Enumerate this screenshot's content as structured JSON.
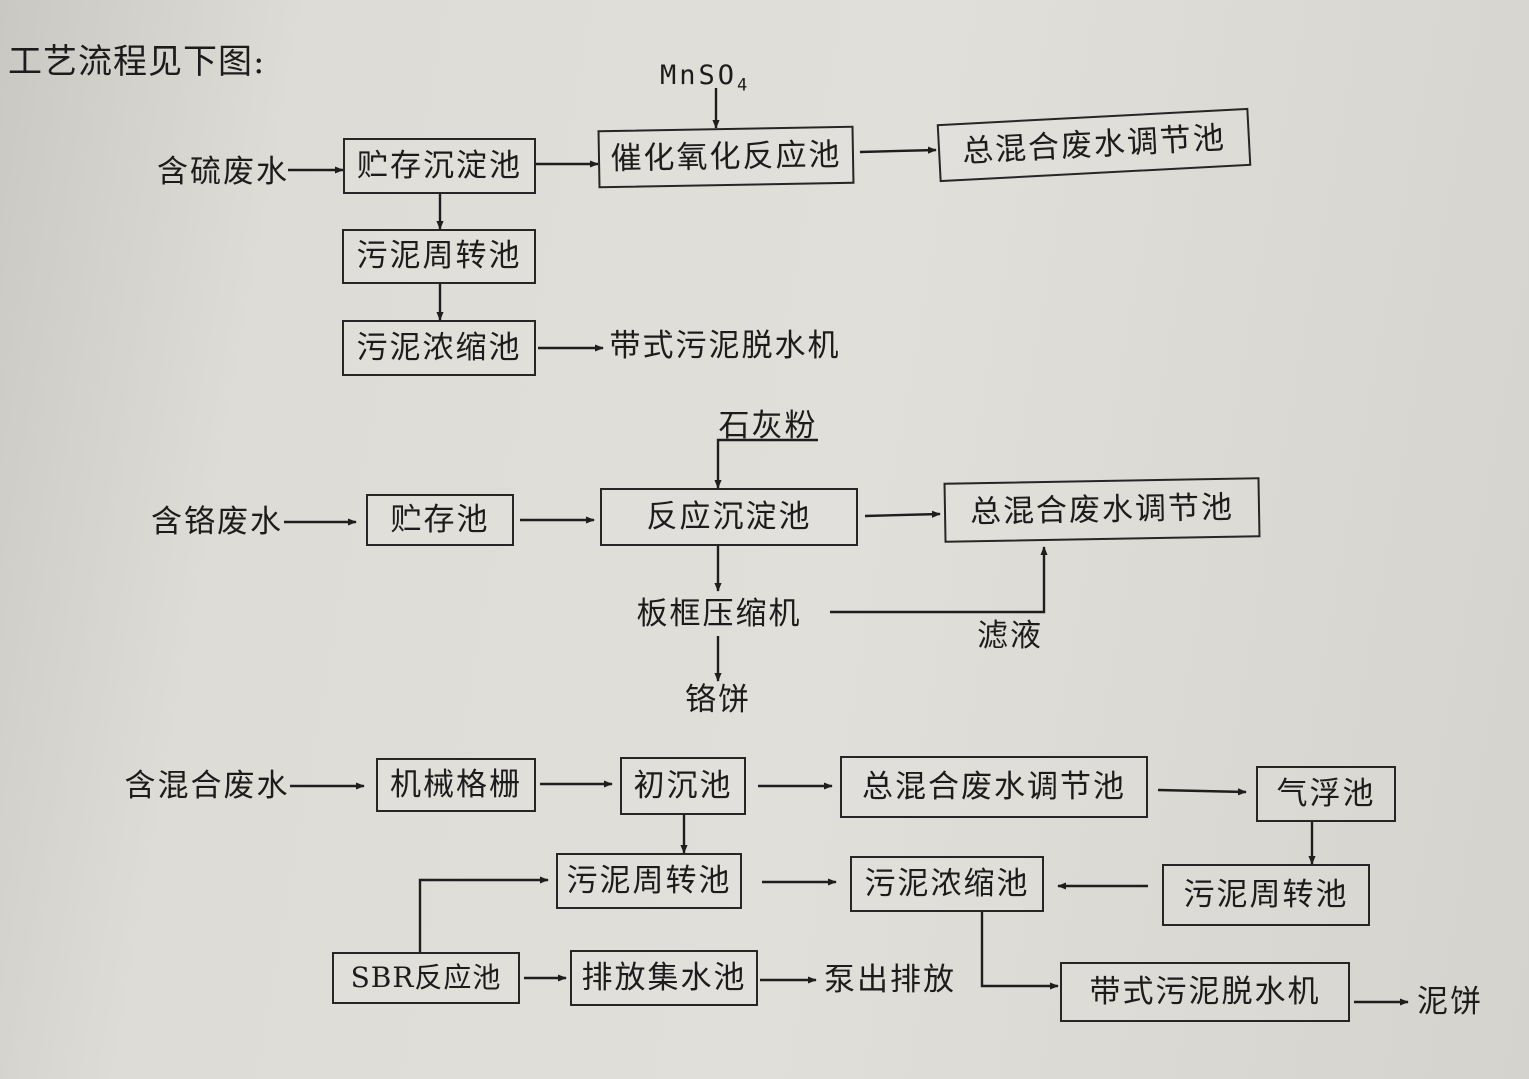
{
  "title": "工艺流程见下图:",
  "reagent_mnso4": {
    "main": "MnSO",
    "sub": "4"
  },
  "line1": {
    "input": "含硫废水",
    "storage": "贮存沉淀池",
    "catalytic": "催化氧化反应池",
    "mix_tank": "总混合废水调节池",
    "sludge_turnover": "污泥周转池",
    "sludge_thickener": "污泥浓缩池",
    "belt_press": "带式污泥脱水机"
  },
  "line2": {
    "reagent": "石灰粉",
    "input": "含铬废水",
    "storage": "贮存池",
    "reaction": "反应沉淀池",
    "mix_tank": "总混合废水调节池",
    "filter_press": "板框压缩机",
    "filtrate": "滤液",
    "cake": "铬饼"
  },
  "line3": {
    "input": "含混合废水",
    "screen": "机械格栅",
    "primary": "初沉池",
    "mix_tank": "总混合废水调节池",
    "flotation": "气浮池",
    "sludge_turnover_left": "污泥周转池",
    "sludge_thickener": "污泥浓缩池",
    "sludge_turnover_right": "污泥周转池",
    "sbr": "SBR反应池",
    "discharge_tank": "排放集水池",
    "pump_out": "泵出排放",
    "belt_press": "带式污泥脱水机",
    "cake": "泥饼"
  }
}
